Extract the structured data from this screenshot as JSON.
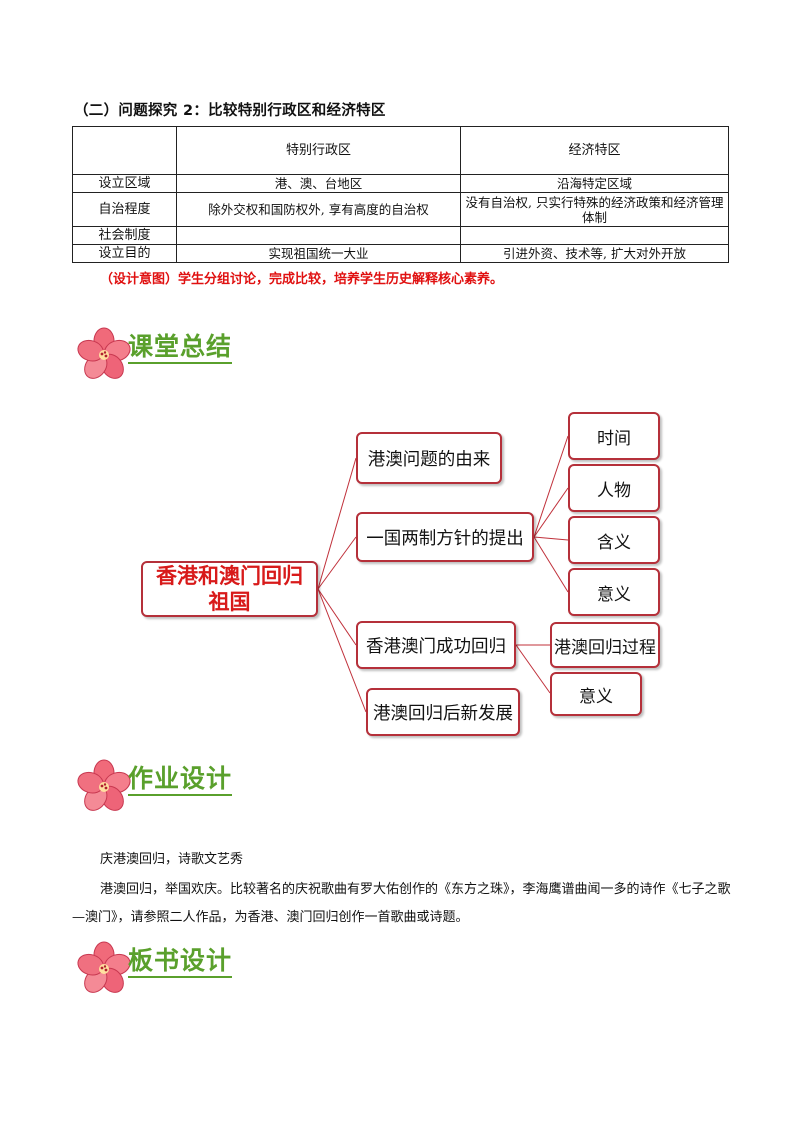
{
  "section_heading": "（二）问题探究 2：比较特别行政区和经济特区",
  "table": {
    "headers": [
      "",
      "特别行政区",
      "经济特区"
    ],
    "rows": [
      {
        "label": "设立区域",
        "sar": "港、澳、台地区",
        "sez": "沿海特定区域"
      },
      {
        "label": "自治程度",
        "sar": "除外交权和国防权外, 享有高度的自治权",
        "sez": "没有自治权, 只实行特殊的经济政策和经济管理体制"
      },
      {
        "label": "社会制度",
        "sar": "",
        "sez": ""
      },
      {
        "label": "设立目的",
        "sar": "实现祖国统一大业",
        "sez": "引进外资、技术等, 扩大对外开放"
      }
    ]
  },
  "design_intent": "（设计意图）学生分组讨论，完成比较，培养学生历史解释核心素养。",
  "headings": {
    "summary": "课堂总结",
    "homework": "作业设计",
    "board": "板书设计"
  },
  "mindmap": {
    "root": "香港和澳门回归祖国",
    "branches": [
      "港澳问题的由来",
      "一国两制方针的提出",
      "香港澳门成功回归",
      "港澳回归后新发展"
    ],
    "policy_children": [
      "时间",
      "人物",
      "含义",
      "意义"
    ],
    "return_children": [
      "港澳回归过程",
      "意义"
    ]
  },
  "homework": {
    "title": "庆港澳回归，诗歌文艺秀",
    "body": "港澳回归，举国欢庆。比较著名的庆祝歌曲有罗大佑创作的《东方之珠》，李海鹰谱曲闻一多的诗作《七子之歌—澳门》，请参照二人作品，为香港、澳门回归创作一首歌曲或诗题。"
  },
  "colors": {
    "node_border": "#b5303a",
    "connector": "#c0303a",
    "heading_green": "#5aa02c",
    "intent_red": "#e01010",
    "root_text": "#d81a1a"
  },
  "icons": [
    "flower-icon"
  ]
}
